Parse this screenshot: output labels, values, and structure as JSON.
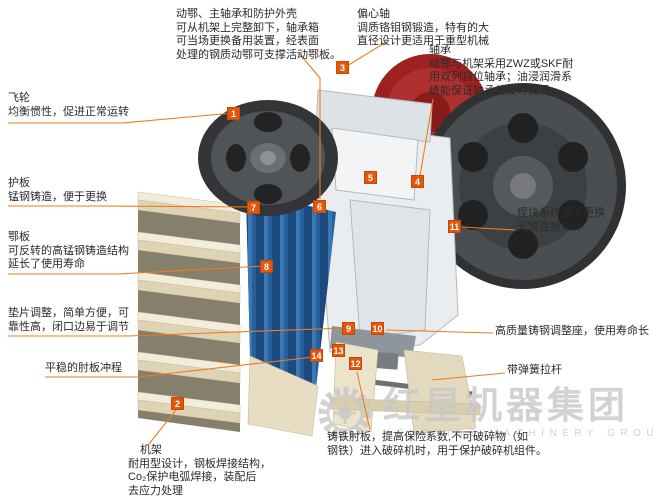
{
  "diagram": {
    "subject": "颚式破碎机结构剖视图",
    "colors": {
      "marker": "#e4570a",
      "leader_line": "#ee7c1c",
      "jaw_plate_blue": "#2a679f",
      "frame_cream": "#f0e9d8",
      "flywheel_gray": "#4b4e51",
      "red_wheel": "#9e2121"
    }
  },
  "annotations": {
    "moving_jaw": {
      "title": "动鄂、主轴承和防护外壳",
      "body": "可从机架上完整卸下，轴承箱\n可当场更换备用装置，经表面\n处理的钢质动鄂可支撑活动鄂板。"
    },
    "eccentric_shaft": {
      "title": "偏心轴",
      "body": "调质铬钼钢锻造，特有的大\n直径设计更适用于重型机械"
    },
    "bearing": {
      "title": "轴承",
      "body": "动鄂与机架采用ZWZ或SKF耐\n用双列自位轴承；油浸润滑系\n统能保证轴承的及时润滑"
    },
    "flywheel": {
      "title": "飞轮",
      "body": "均衡惯性，促进正常运转"
    },
    "guard_plate": {
      "title": "护板",
      "body": "锰钢铸造，便于更换"
    },
    "jaw_plate": {
      "title": "鄂板",
      "body": "可反转的高锰钢铸造结构\n延长了使用寿命"
    },
    "shim_adjustment": {
      "body": "垫片调整，简单方便，可\n靠性高，闭口边易于调节"
    },
    "toggle_stroke": {
      "body": "平稳的肘板冲程"
    },
    "frame": {
      "title": "机架",
      "body": "耐用型设计，钢板焊接结构，\nCo₂保护电弧焊接，装配后\n去应力处理"
    },
    "toggle_plate": {
      "body": "铸铁肘板，提高保险系数,不可破碎物（如\n钢铁）进入破碎机时，用于保护破碎机组件。"
    },
    "wedge_system": {
      "body": "楔块系统便于更换\n无键连接设计"
    },
    "adjust_seat": {
      "body": "高质量铸钢调整座，使用寿命长"
    },
    "spring_rod": {
      "body": "带弹簧拉杆"
    }
  },
  "markers": {
    "m1": "1",
    "m2": "2",
    "m3": "3",
    "m4": "4",
    "m5": "5",
    "m6": "6",
    "m7": "7",
    "m8": "8",
    "m9": "9",
    "m10": "10",
    "m11": "11",
    "m12": "12",
    "m13": "13",
    "m14": "14"
  },
  "watermark": {
    "brand": "红星机器集团",
    "brand_en": "HONGXING MACHINERY GROUP"
  }
}
